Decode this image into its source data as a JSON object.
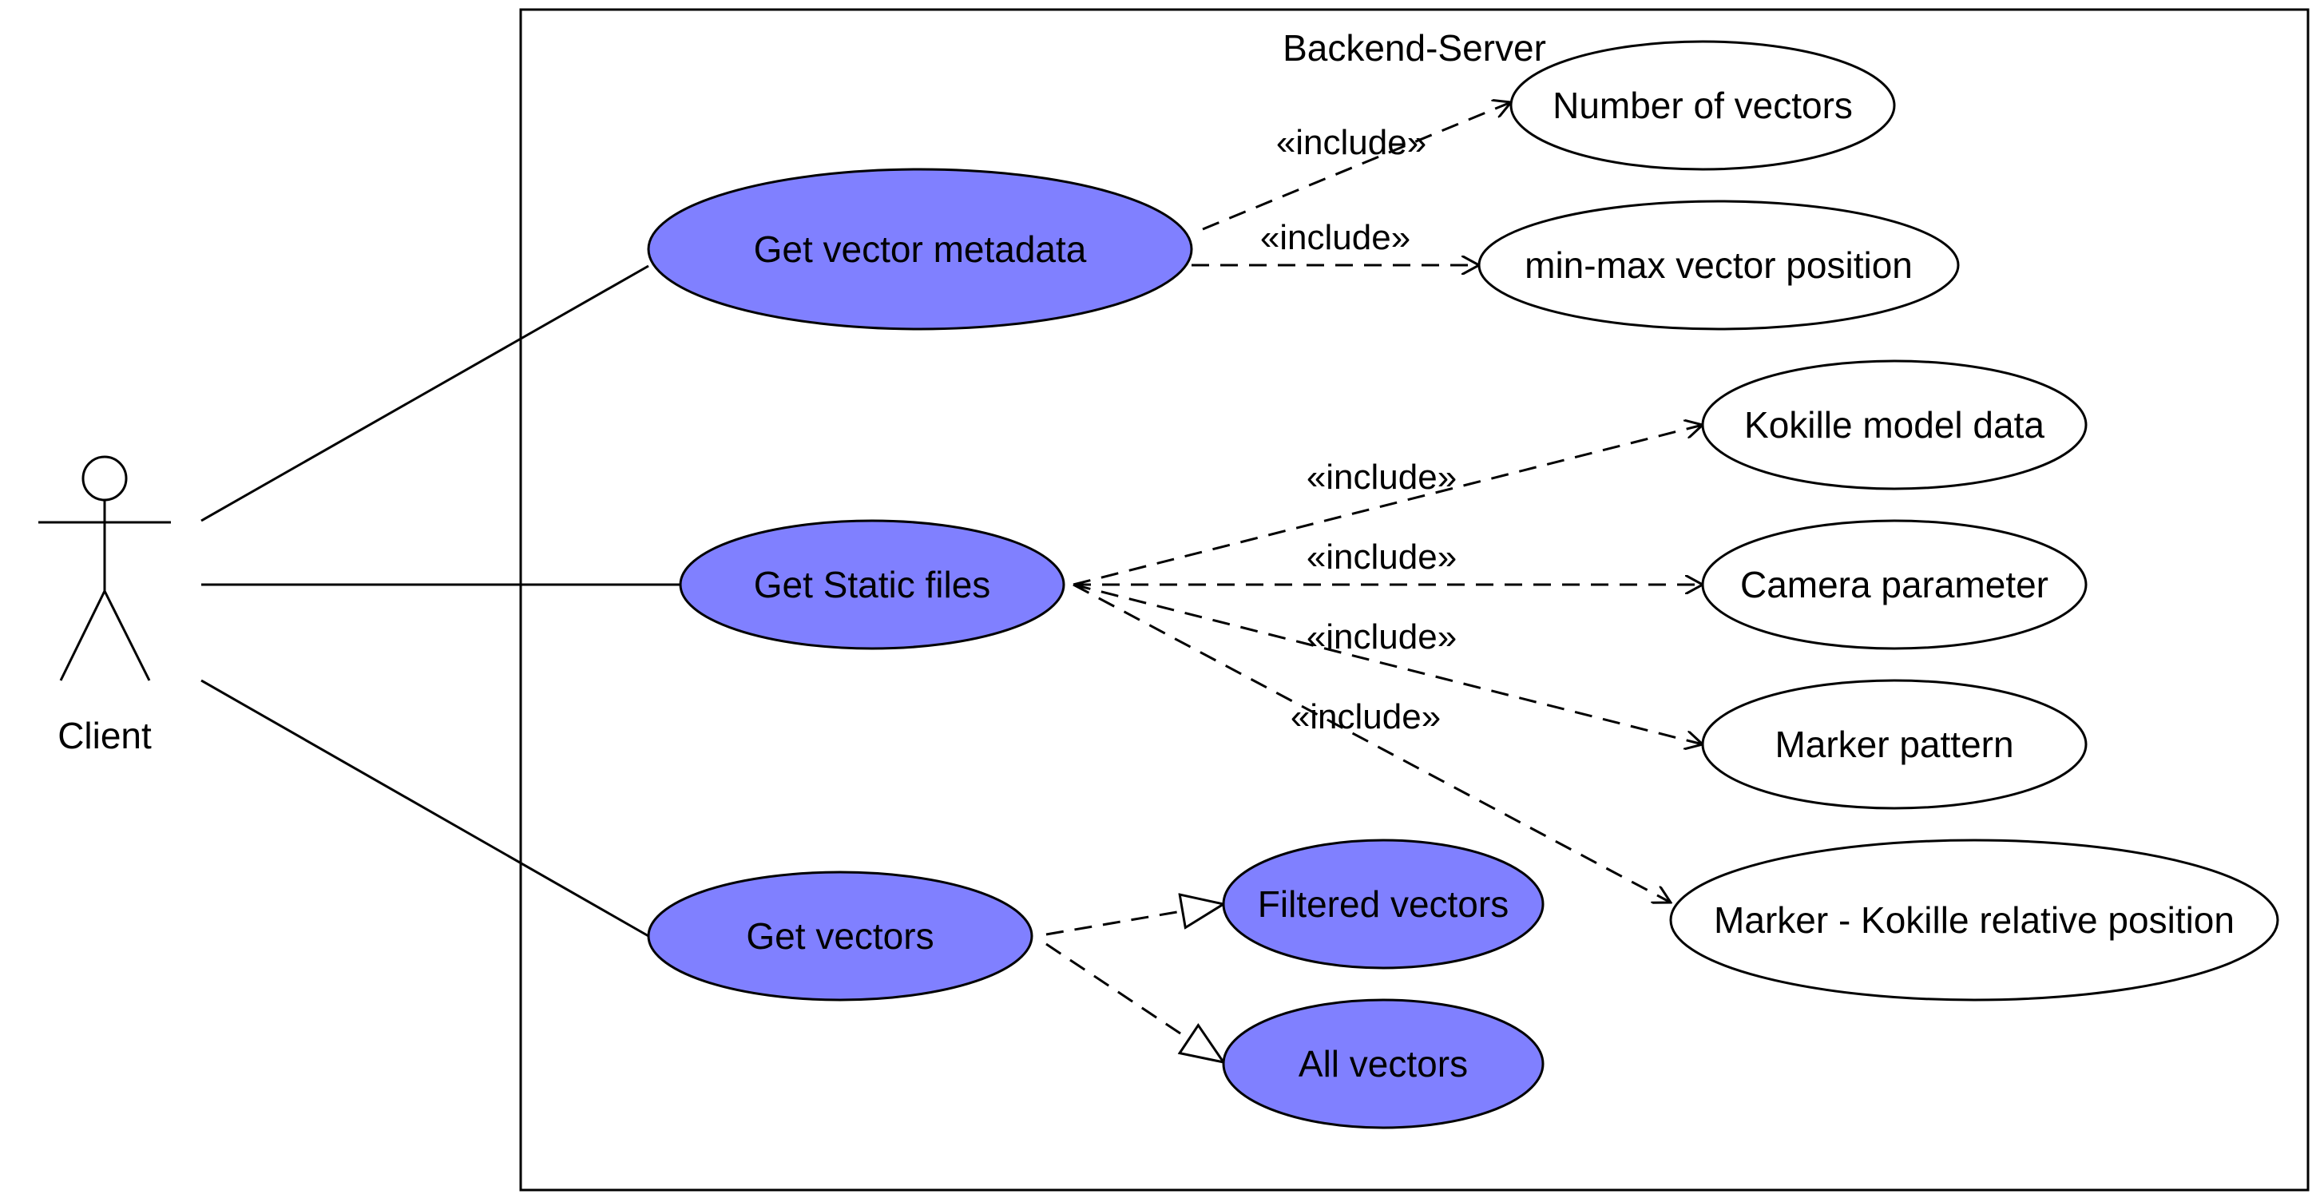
{
  "system": {
    "title": "Backend-Server"
  },
  "actor": {
    "name": "Client"
  },
  "use_cases": {
    "get_vector_metadata": "Get vector metadata",
    "get_static_files": "Get Static files",
    "get_vectors": "Get vectors",
    "number_of_vectors": "Number of vectors",
    "min_max_vector_position": "min-max vector position",
    "kokille_model_data": "Kokille model data",
    "camera_parameter": "Camera parameter",
    "marker_pattern": "Marker pattern",
    "marker_kokille_relative_position": "Marker - Kokille relative position",
    "filtered_vectors": "Filtered vectors",
    "all_vectors": "All vectors"
  },
  "stereotypes": {
    "include_1": "«include»",
    "include_2": "«include»",
    "include_3": "«include»",
    "include_4": "«include»",
    "include_5": "«include»",
    "include_6": "«include»"
  },
  "colors": {
    "primary_use_case_fill": "#8080ff",
    "secondary_use_case_fill": "#ffffff",
    "stroke": "#000000"
  }
}
